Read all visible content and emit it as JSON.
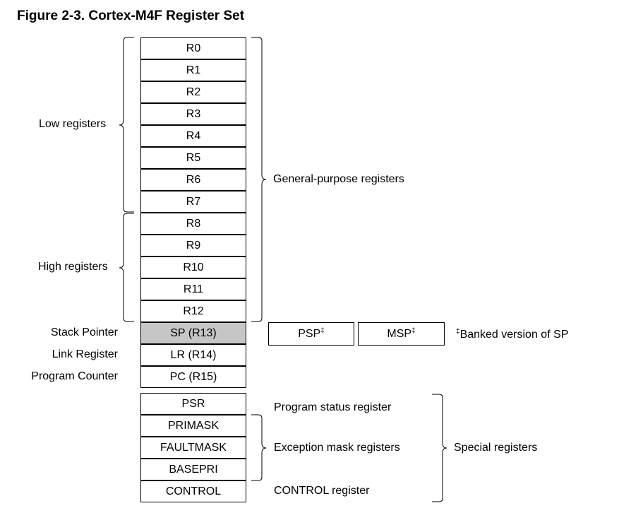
{
  "title": "Figure 2-3. Cortex-M4F Register Set",
  "general_registers": [
    {
      "label": "R0"
    },
    {
      "label": "R1"
    },
    {
      "label": "R2"
    },
    {
      "label": "R3"
    },
    {
      "label": "R4"
    },
    {
      "label": "R5"
    },
    {
      "label": "R6"
    },
    {
      "label": "R7"
    },
    {
      "label": "R8"
    },
    {
      "label": "R9"
    },
    {
      "label": "R10"
    },
    {
      "label": "R11"
    },
    {
      "label": "R12"
    }
  ],
  "pointer_registers": [
    {
      "label": "SP (R13)",
      "side_label": "Stack Pointer",
      "shaded": true
    },
    {
      "label": "LR (R14)",
      "side_label": "Link Register"
    },
    {
      "label": "PC (R15)",
      "side_label": "Program Counter"
    }
  ],
  "special_registers": [
    {
      "label": "PSR"
    },
    {
      "label": "PRIMASK"
    },
    {
      "label": "FAULTMASK"
    },
    {
      "label": "BASEPRI"
    },
    {
      "label": "CONTROL"
    }
  ],
  "banked": {
    "psp": "PSP",
    "msp": "MSP",
    "dagger": "‡",
    "note": "Banked version of SP"
  },
  "group_labels": {
    "low": "Low registers",
    "high": "High registers",
    "general": "General-purpose registers",
    "psr": "Program status register",
    "exception": "Exception mask registers",
    "control": "CONTROL register",
    "special": "Special registers"
  },
  "colors": {
    "shaded": "#c6c6c6",
    "line": "#000000"
  }
}
